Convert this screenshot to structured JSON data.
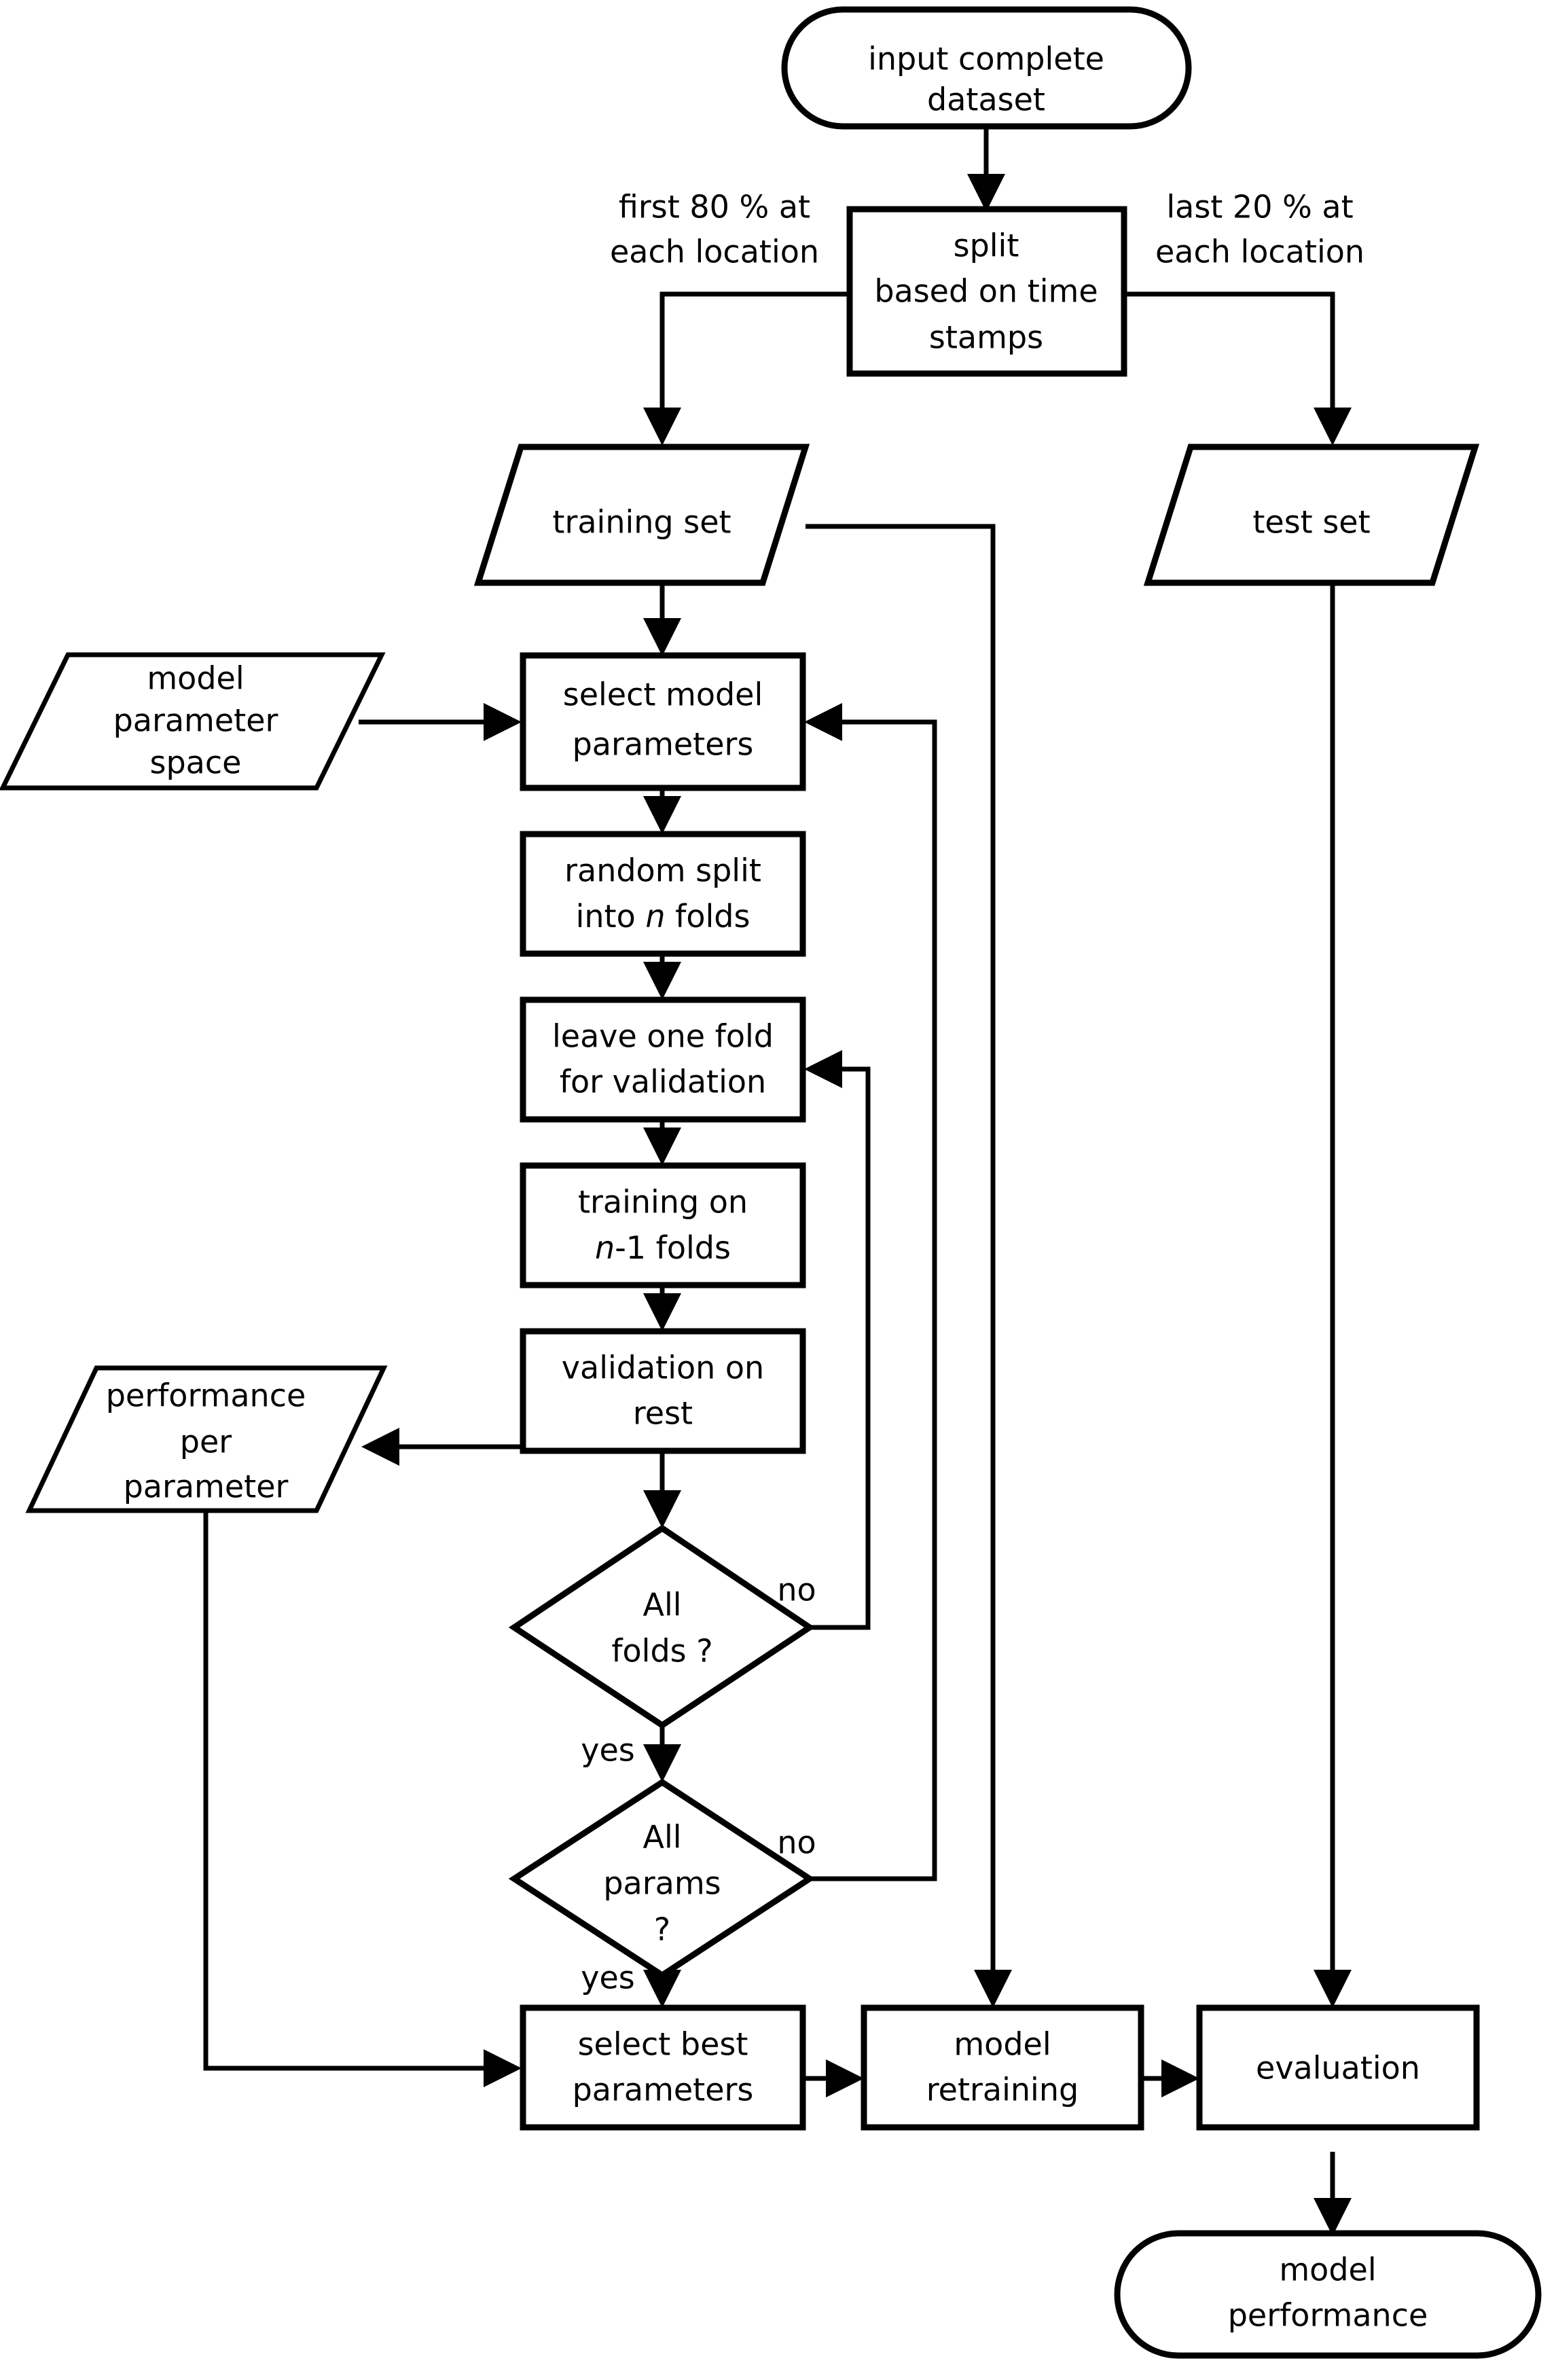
{
  "diagram": {
    "title": "machine-learning model selection and evaluation workflow",
    "type": "flowchart",
    "background_color": "#ffffff",
    "line_color": "#000000",
    "text_color": "#000000"
  },
  "nodes": {
    "input_dataset": {
      "label_line1": "input complete",
      "label_line2": "dataset",
      "shape": "terminator"
    },
    "split": {
      "label_line1": "split",
      "label_line2": "based on time",
      "label_line3": "stamps",
      "shape": "process"
    },
    "training_set": {
      "label": "training set",
      "shape": "data-parallelogram"
    },
    "test_set": {
      "label": "test set",
      "shape": "data-parallelogram"
    },
    "model_parameter_space": {
      "label_line1": "model",
      "label_line2": "parameter",
      "label_line3": "space",
      "shape": "data-parallelogram"
    },
    "select_model_parameters": {
      "label_line1": "select model",
      "label_line2": "parameters",
      "shape": "process"
    },
    "random_split": {
      "label_line1": "random split",
      "label_line2_a": "into ",
      "label_line2_n": "n",
      "label_line2_b": " folds",
      "shape": "process"
    },
    "leave_one_fold": {
      "label_line1": "leave one fold",
      "label_line2": "for validation",
      "shape": "process"
    },
    "training_on_folds": {
      "label_line1": "training on",
      "label_line2_n": "n",
      "label_line2_b": "-1 folds",
      "shape": "process"
    },
    "validation_on_rest": {
      "label_line1": "validation on",
      "label_line2": "rest",
      "shape": "process"
    },
    "performance_per_parameter": {
      "label_line1": "performance",
      "label_line2": "per",
      "label_line3": "parameter",
      "shape": "data-parallelogram"
    },
    "all_folds_decision": {
      "label_line1": "All",
      "label_line2": "folds ?",
      "shape": "decision"
    },
    "all_params_decision": {
      "label_line1": "All",
      "label_line2": "params",
      "label_line3": "?",
      "shape": "decision"
    },
    "select_best_parameters": {
      "label_line1": "select best",
      "label_line2": "parameters",
      "shape": "process"
    },
    "model_retraining": {
      "label_line1": "model",
      "label_line2": "retraining",
      "shape": "process"
    },
    "evaluation": {
      "label": "evaluation",
      "shape": "process"
    },
    "model_performance": {
      "label_line1": "model",
      "label_line2": "performance",
      "shape": "terminator"
    }
  },
  "edge_labels": {
    "first_80_line1": "first 80 % at",
    "first_80_line2": "each location",
    "last_20_line1": "last 20 % at",
    "last_20_line2": "each location",
    "folds_no": "no",
    "folds_yes": "yes",
    "params_no": "no",
    "params_yes": "yes"
  }
}
